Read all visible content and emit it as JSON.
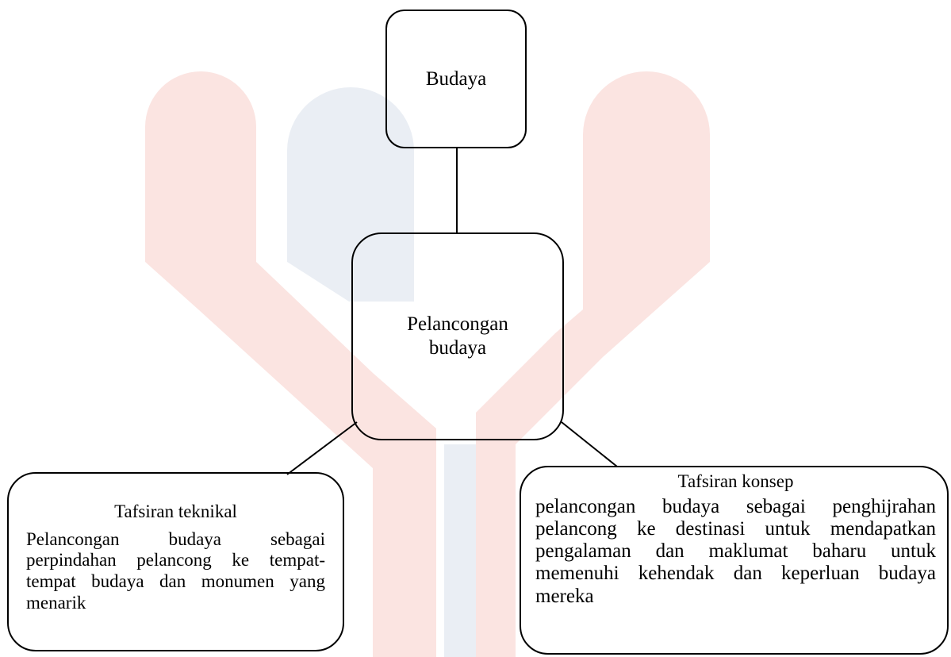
{
  "watermark": {
    "colors": {
      "left_arch": "#fbe4e1",
      "middle_arch": "#eaeef4",
      "right_arch": "#fbe4e1"
    }
  },
  "nodes": {
    "budaya": {
      "label": "Budaya"
    },
    "pelancongan_budaya": {
      "label_line1": "Pelancongan",
      "label_line2": "budaya"
    },
    "tafsiran_teknikal": {
      "heading": "Tafsiran teknikal",
      "body": "Pelancongan budaya sebagai perpindahan pelancong ke tempat-tempat budaya dan monumen yang menarik"
    },
    "tafsiran_konsep": {
      "heading": "Tafsiran konsep",
      "body": "pelancongan budaya sebagai penghijrahan pelancong ke destinasi untuk mendapatkan pengalaman dan maklumat baharu untuk memenuhi kehendak dan keperluan budaya mereka"
    }
  },
  "connector_color": "#000000"
}
